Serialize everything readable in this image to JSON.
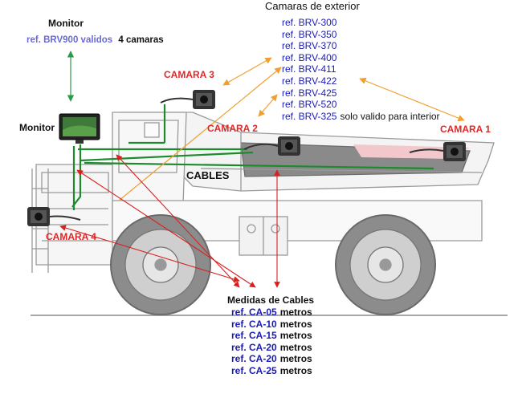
{
  "monitor_block": {
    "heading": "Monitor",
    "ref_text": "ref. BRV900 validos",
    "ref_suffix": "4 camaras",
    "device_label": "Monitor"
  },
  "exterior_cameras": {
    "heading": "Camaras de exterior",
    "refs": [
      {
        "ref": "ref. BRV-300",
        "note": ""
      },
      {
        "ref": "ref. BRV-350",
        "note": ""
      },
      {
        "ref": "ref. BRV-370",
        "note": ""
      },
      {
        "ref": "ref. BRV-400",
        "note": ""
      },
      {
        "ref": "ref. BRV-411",
        "note": ""
      },
      {
        "ref": "ref. BRV-422",
        "note": ""
      },
      {
        "ref": "ref. BRV-425",
        "note": ""
      },
      {
        "ref": "ref. BRV-520",
        "note": ""
      },
      {
        "ref": "ref. BRV-325",
        "note": "solo valido para interior"
      }
    ]
  },
  "cameras": {
    "cam1": "CAMARA 1",
    "cam2": "CAMARA 2",
    "cam3": "CAMARA 3",
    "cam4": "CAMARA 4"
  },
  "cables_label": "CABLES",
  "cable_measures": {
    "heading": "Medidas de Cables",
    "items": [
      {
        "ref": "ref. CA-05",
        "unit": "metros"
      },
      {
        "ref": "ref. CA-10",
        "unit": "metros"
      },
      {
        "ref": "ref. CA-15",
        "unit": "metros"
      },
      {
        "ref": "ref. CA-20",
        "unit": "metros"
      },
      {
        "ref": "ref. CA-20",
        "unit": "metros"
      },
      {
        "ref": "ref. CA-25",
        "unit": "metros"
      }
    ]
  },
  "colors": {
    "ref_blue": "#1a1ab8",
    "label_red": "#e02828",
    "cable_green": "#1e8a2e",
    "arrow_orange": "#f0a030",
    "arrow_red": "#d82020",
    "monitor_ref_blue": "#6a6ad8"
  }
}
